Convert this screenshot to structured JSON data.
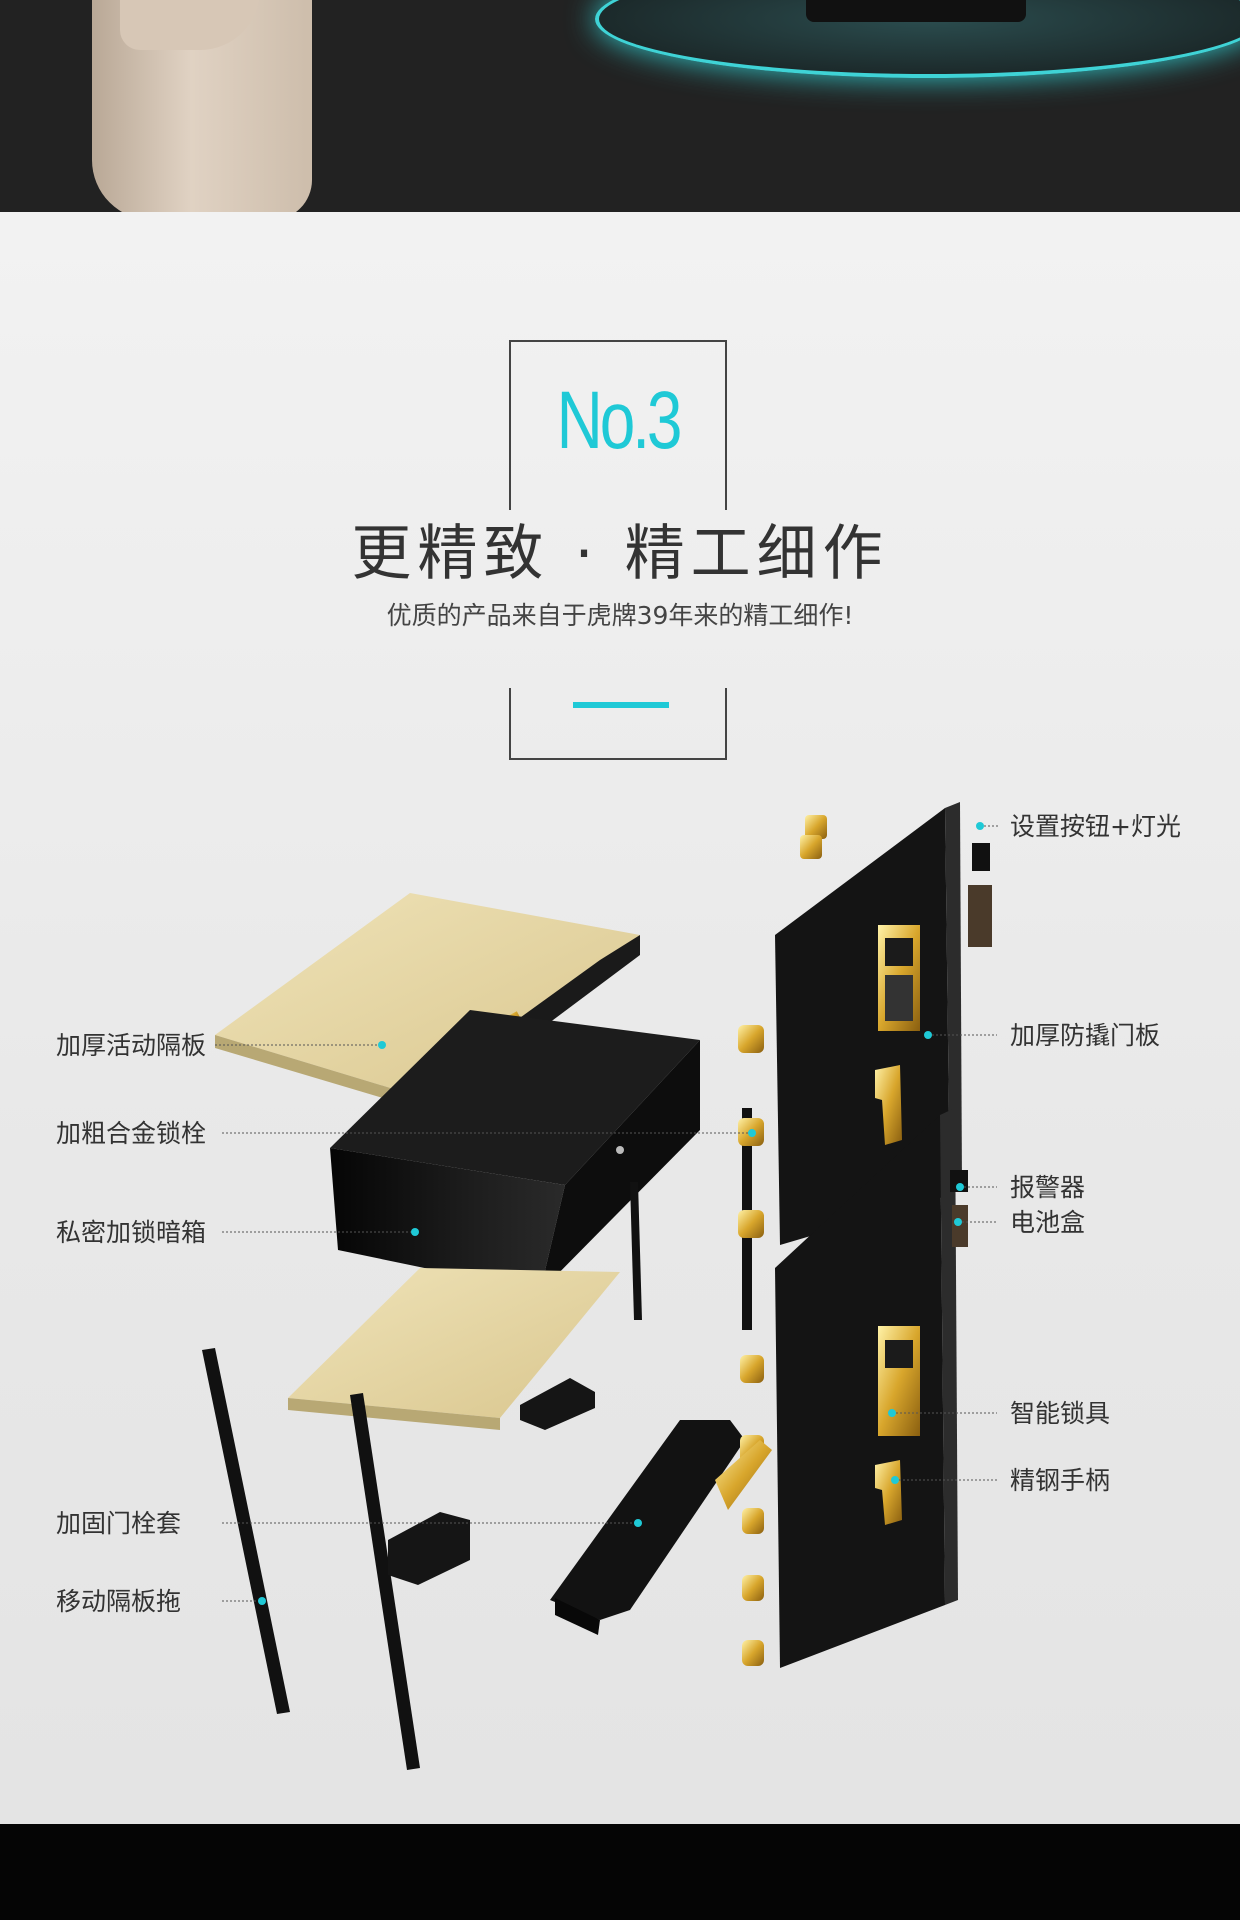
{
  "header": {
    "badge": "No.3",
    "title": "更精致 · 精工细作",
    "subtitle": "优质的产品来自于虎牌39年来的精工细作!"
  },
  "colors": {
    "accent": "#1fc9d6",
    "gold": "#d6b24a",
    "panel_beige": "#e6d8a8",
    "safe_black": "#121212"
  },
  "callouts": {
    "left": [
      {
        "label": "加厚活动隔板"
      },
      {
        "label": "加粗合金锁栓"
      },
      {
        "label": "私密加锁暗箱"
      },
      {
        "label": "加固门栓套"
      },
      {
        "label": "移动隔板拖"
      }
    ],
    "right": [
      {
        "label": "设置按钮+灯光"
      },
      {
        "label": "加厚防撬门板"
      },
      {
        "label": "报警器"
      },
      {
        "label": "电池盒"
      },
      {
        "label": "智能锁具"
      },
      {
        "label": "精钢手柄"
      }
    ]
  }
}
